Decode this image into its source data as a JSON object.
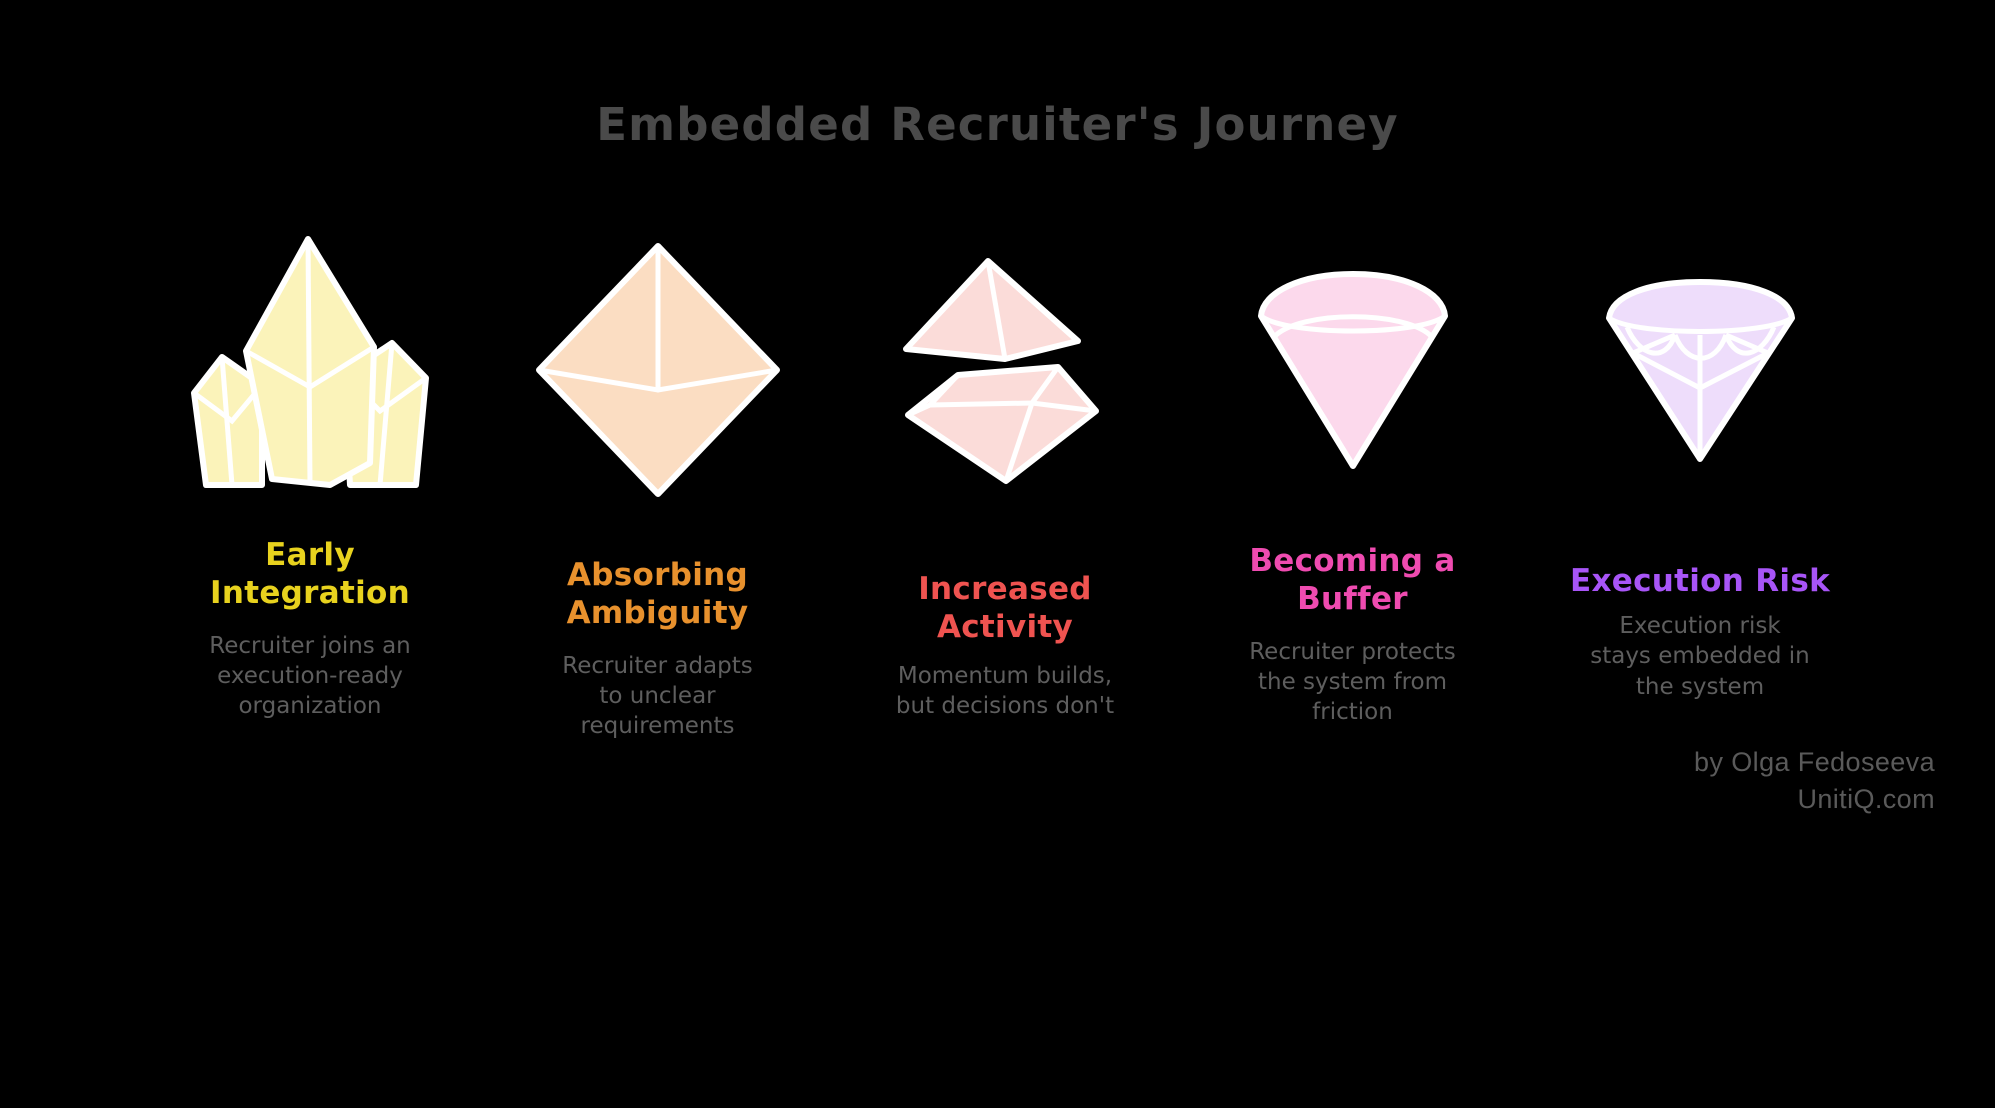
{
  "header": {
    "title": "Embedded Recruiter's Journey",
    "title_color": "#4a4a4a"
  },
  "stages": [
    {
      "title": "Early\nIntegration",
      "title_line1": "Early",
      "title_line2": "Integration",
      "title_color": "#e8d21e",
      "description": "Recruiter joins an execution-ready organization",
      "desc_line1": "Recruiter joins an",
      "desc_line2": "execution-ready",
      "desc_line3": "organization",
      "gem_name": "crystal-cluster",
      "gem_fill": "#fbf3ba",
      "gem_stroke": "#ffffff"
    },
    {
      "title": "Absorbing\nAmbiguity",
      "title_line1": "Absorbing",
      "title_line2": "Ambiguity",
      "title_color": "#e8912d",
      "description": "Recruiter adapts to unclear requirements",
      "desc_line1": "Recruiter adapts",
      "desc_line2": "to unclear",
      "desc_line3": "requirements",
      "gem_name": "octahedron-gem",
      "gem_fill": "#fbddc2",
      "gem_stroke": "#ffffff"
    },
    {
      "title": "Increased\nActivity",
      "title_line1": "Increased",
      "title_line2": "Activity",
      "title_color": "#ef5350",
      "description": "Momentum builds, but decisions don't",
      "desc_line1": "Momentum builds,",
      "desc_line2": "but decisions don't",
      "desc_line3": "",
      "gem_name": "split-gem",
      "gem_fill": "#fbdcd9",
      "gem_stroke": "#ffffff"
    },
    {
      "title": "Becoming a\nBuffer",
      "title_line1": "Becoming a",
      "title_line2": "Buffer",
      "title_color": "#ef4bb0",
      "description": "Recruiter protects the system from friction",
      "desc_line1": "Recruiter protects",
      "desc_line2": "the system from",
      "desc_line3": "friction",
      "gem_name": "round-brilliant-gem",
      "gem_fill": "#fcd9ec",
      "gem_stroke": "#ffffff"
    },
    {
      "title": "Execution Risk",
      "title_line1": "Execution Risk",
      "title_line2": "",
      "title_color": "#a855f7",
      "description": "Execution risk stays embedded in the system",
      "desc_line1": "Execution risk",
      "desc_line2": "stays embedded in",
      "desc_line3": "the system",
      "gem_name": "faceted-brilliant-gem",
      "gem_fill": "#eeddfb",
      "gem_stroke": "#ffffff"
    }
  ],
  "credit": {
    "line1": "by Olga Fedoseeva",
    "line2": "UnitiQ.com",
    "color": "#5a5a5a"
  },
  "background_color": "#000000"
}
